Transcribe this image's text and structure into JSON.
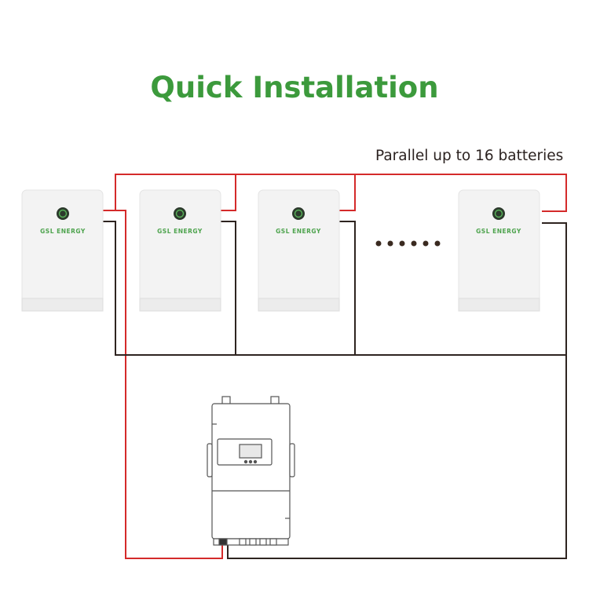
{
  "title": "Quick Installation",
  "caption": "Parallel up to 16 batteries",
  "battery": {
    "brand": "GSL ENERGY",
    "count_shown": 4
  },
  "colors": {
    "title": "#3c9a3c",
    "positive_wire": "#d42a2a",
    "negative_wire": "#2e2420",
    "battery_body": "#f2f2f2",
    "brand": "#4da34d"
  },
  "ellipsis_dots": 6
}
